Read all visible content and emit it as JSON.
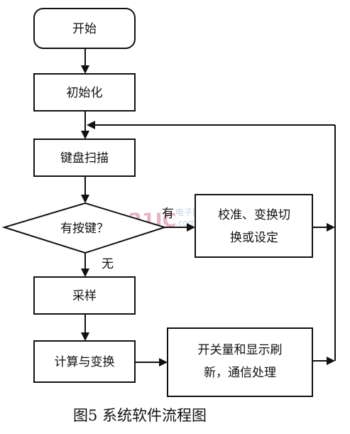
{
  "nodes": {
    "start": "开始",
    "init": "初始化",
    "scan": "键盘扫描",
    "decision": "有按键？",
    "calibrate_line1": "校准、变换切",
    "calibrate_line2": "换或设定",
    "sample": "采样",
    "compute": "计算与变换",
    "io_line1": "开关量和显示刷",
    "io_line2": "新，通信处理"
  },
  "edge_labels": {
    "yes": "有",
    "no": "无"
  },
  "watermark": {
    "number": "21IC",
    "text1": "电子网",
    "text2": ".com.cn"
  },
  "caption": "图5  系统软件流程图"
}
